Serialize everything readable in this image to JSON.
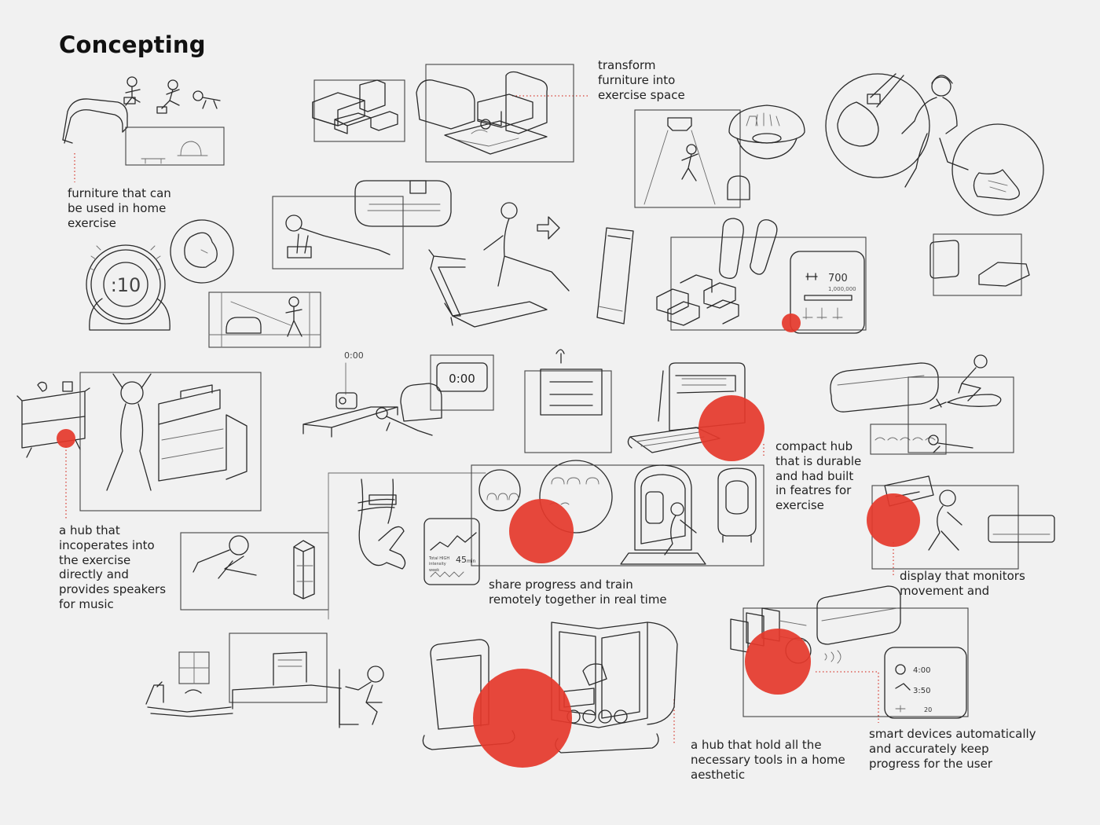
{
  "title": "Concepting",
  "annotations": {
    "furniture": "furniture that can\nbe used in home\nexercise",
    "transform": "transform\nfurniture into\nexercise space",
    "hub_speakers": "a hub that\nincoperates into\nthe exercise\ndirectly and\nprovides speakers\nfor music",
    "compact_hub": "compact hub\nthat is durable\nand had built\nin featres for\nexercise",
    "share_progress": "share progress and train\nremotely together in real time",
    "display_monitors": "display that monitors\nmovement and",
    "home_aesthetic": "a hub that hold all the\nnecessary tools in a home\naesthetic",
    "smart_devices": "smart devices automatically\nand accurately keep\nprogress for the user"
  },
  "sketch_labels": {
    "dial_number": ":10",
    "clock_display": "0:00",
    "clock_small": "0:00",
    "app_count": "700",
    "app_subcount": "1,000,000",
    "fitness_minutes": "45",
    "fitness_min_unit": "min",
    "fitness_total": "Total HIGH",
    "fitness_intensity": "intensity",
    "fitness_week": "week",
    "watch_time_1": "4:00",
    "watch_time_2": "3:50",
    "watch_time_3": "20"
  },
  "colors": {
    "accent": "#e5382b",
    "ink": "#2a2a2a",
    "background": "#f1f1f1"
  }
}
